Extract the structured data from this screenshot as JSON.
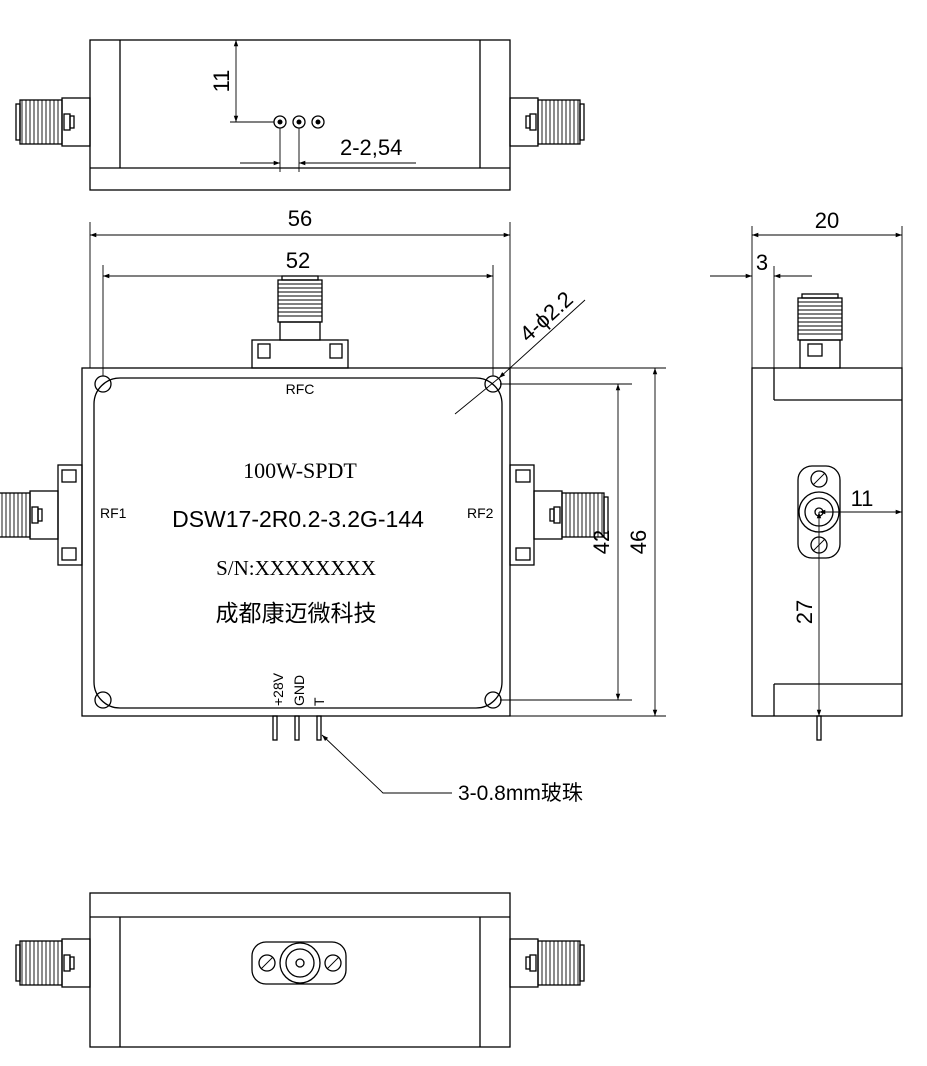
{
  "top_view": {
    "dim_height": "11",
    "dim_pitch": "2-2,54"
  },
  "front_view": {
    "dim_width_outer": "56",
    "dim_width_holes": "52",
    "dim_holes": "4-ϕ2.2",
    "dim_height_holes": "42",
    "dim_height_outer": "46",
    "port_common": "RFC",
    "port_1": "RF1",
    "port_2": "RF2",
    "pin_labels": [
      "+28V",
      "GND",
      "T"
    ],
    "product_line1": "100W-SPDT",
    "product_line2": "DSW17-2R0.2-3.2G-144",
    "serial_line": "S/N:XXXXXXXX",
    "company": "成都康迈微科技",
    "pin_note": "3-0.8mm玻珠"
  },
  "side_view": {
    "dim_depth": "20",
    "dim_offset": "3",
    "dim_connector_x": "11",
    "dim_connector_y": "27"
  }
}
